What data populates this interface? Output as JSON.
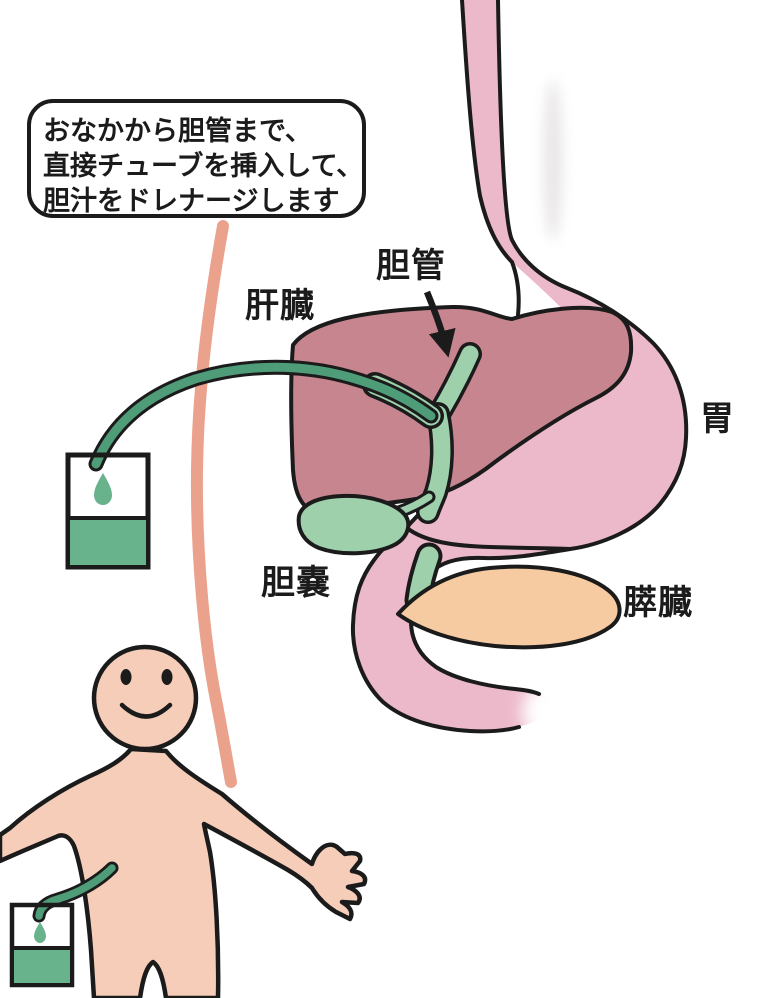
{
  "speech_bubble": {
    "lines": [
      "おなかから胆管まで、",
      "直接チューブを挿入して、",
      "胆汁をドレナージします"
    ]
  },
  "labels": {
    "liver": "肝臓",
    "bile_duct": "胆管",
    "stomach": "胃",
    "gallbladder": "胆嚢",
    "pancreas": "膵臓"
  },
  "colors": {
    "outline": "#1b1b1b",
    "stomach_pink": "#ECB9CA",
    "liver_mauve": "#C6858F",
    "duct_green": "#9ED0AC",
    "tube_green": "#4F9C78",
    "bile_green": "#68B28C",
    "pancreas_peach": "#F6CBA2",
    "skin": "#F5CDB9",
    "body_line_salmon": "#EBA28D",
    "bag_white": "#FFFFFF"
  }
}
